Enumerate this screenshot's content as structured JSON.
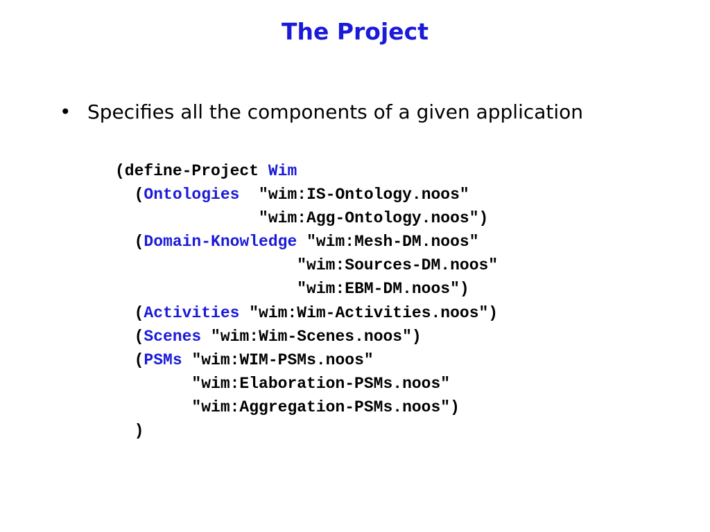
{
  "slide": {
    "title": "The Project",
    "bullet": {
      "marker": "•",
      "text": "Specifies all the components of a given application"
    },
    "code": {
      "define_line": {
        "prefix": "(define-Project ",
        "name": "Wim"
      },
      "ontologies": {
        "open": "(",
        "keyword": "Ontologies",
        "first": "  \"wim:IS-Ontology.noos\"",
        "second": "\"wim:Agg-Ontology.noos\")"
      },
      "domain_knowledge": {
        "open": "(",
        "keyword": "Domain-Knowledge",
        "first": " \"wim:Mesh-DM.noos\"",
        "second": "\"wim:Sources-DM.noos\"",
        "third": "\"wim:EBM-DM.noos\")"
      },
      "activities": {
        "open": "(",
        "keyword": "Activities",
        "value": " \"wim:Wim-Activities.noos\")"
      },
      "scenes": {
        "open": "(",
        "keyword": "Scenes",
        "value": " \"wim:Wim-Scenes.noos\")"
      },
      "psms": {
        "open": "(",
        "keyword": "PSMs",
        "first": " \"wim:WIM-PSMs.noos\"",
        "second": "\"wim:Elaboration-PSMs.noos\"",
        "third": "\"wim:Aggregation-PSMs.noos\")"
      },
      "closing": ")"
    }
  },
  "colors": {
    "title": "#1a1ad9",
    "keyword": "#1a1ad9",
    "text": "#000000",
    "background": "#ffffff"
  }
}
